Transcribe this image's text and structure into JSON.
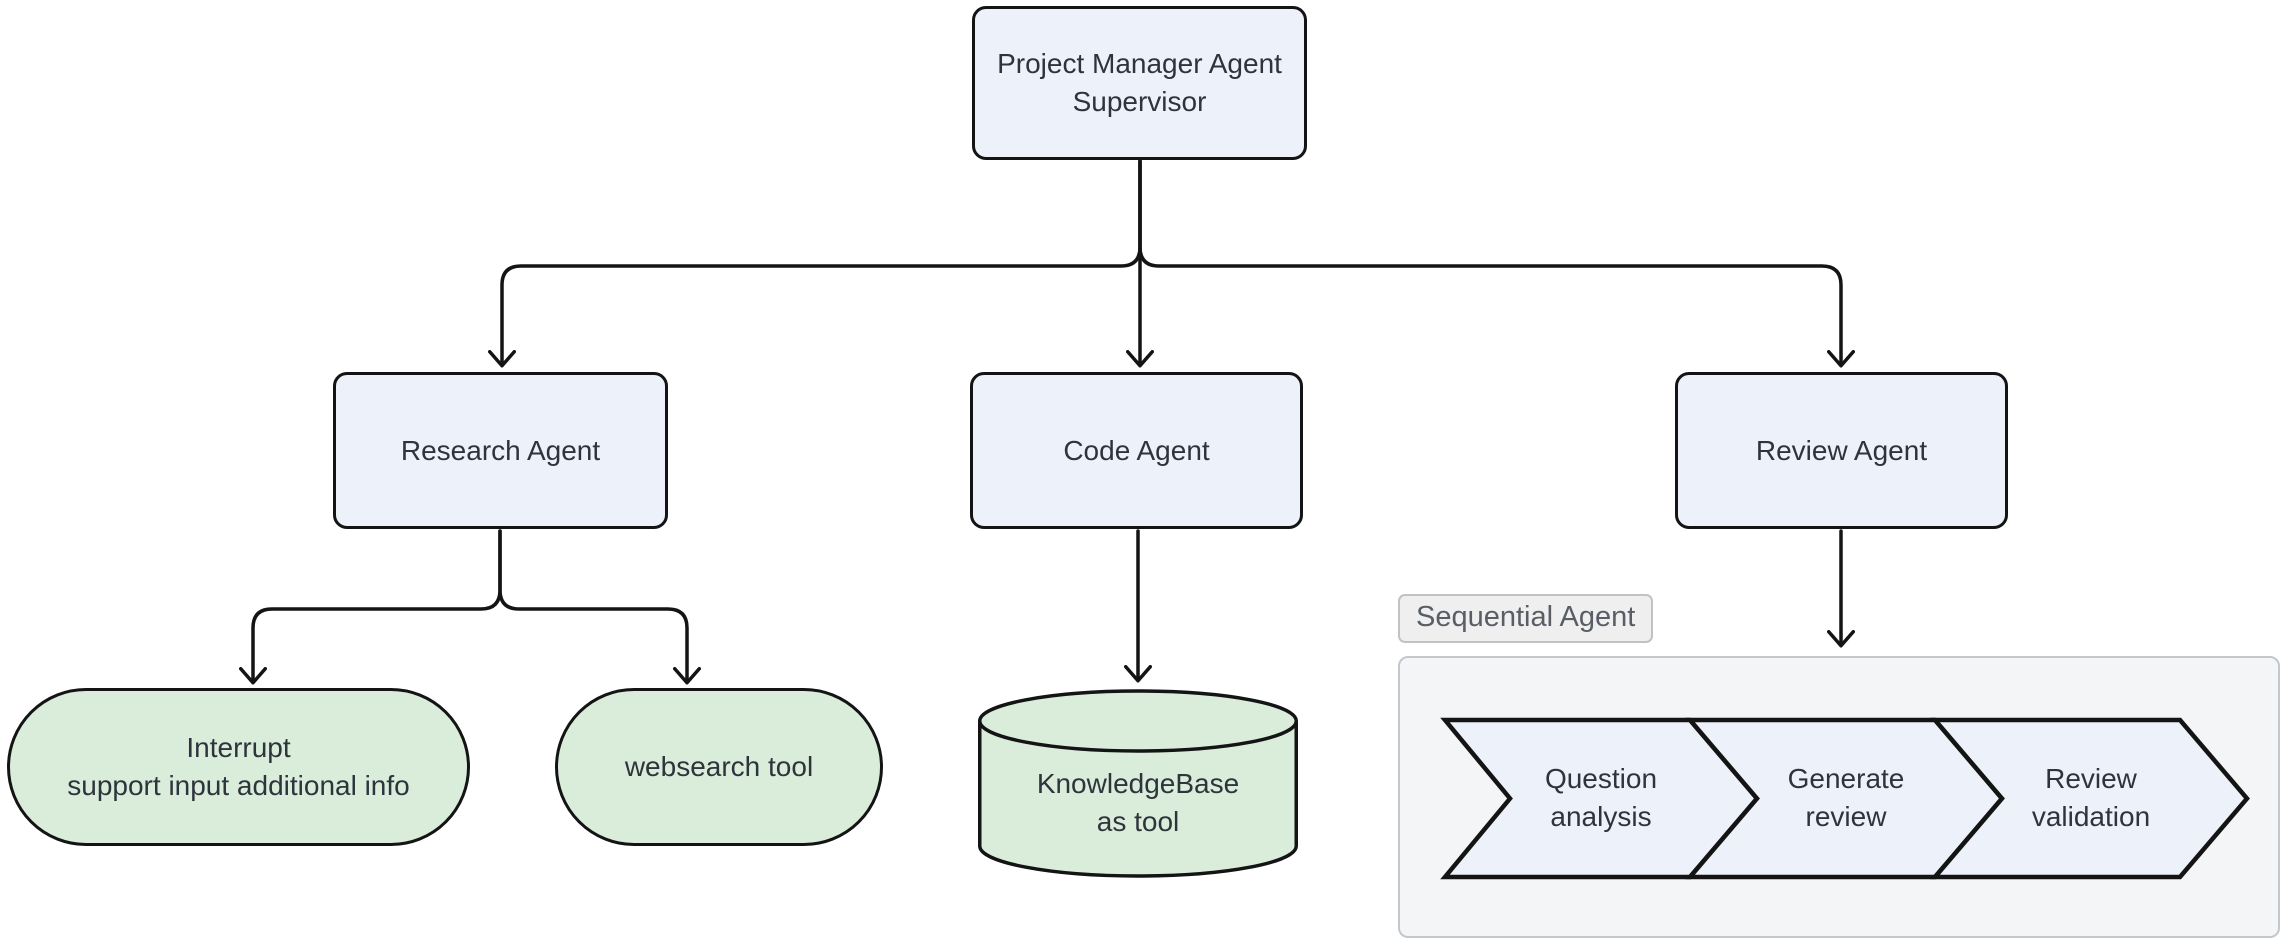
{
  "diagram": {
    "nodes": {
      "supervisor": {
        "line1": "Project Manager Agent",
        "line2": "Supervisor"
      },
      "research_agent": {
        "label": "Research Agent"
      },
      "code_agent": {
        "label": "Code Agent"
      },
      "review_agent": {
        "label": "Review Agent"
      },
      "interrupt_tool": {
        "line1": "Interrupt",
        "line2": "support input additional info"
      },
      "websearch_tool": {
        "label": "websearch tool"
      },
      "knowledge_base": {
        "line1": "KnowledgeBase",
        "line2": "as tool"
      }
    },
    "subgraph": {
      "label": "Sequential Agent",
      "steps": [
        {
          "line1": "Question",
          "line2": "analysis"
        },
        {
          "line1": "Generate",
          "line2": "review"
        },
        {
          "line1": "Review",
          "line2": "validation"
        }
      ]
    },
    "colors": {
      "background": "#ffffff",
      "agent_fill": "#ecf1fa",
      "tool_fill": "#d9edda",
      "node_border": "#141414",
      "node_text": "#2e343c",
      "container_fill": "#f3f5f7",
      "container_border": "#c3c8cd",
      "badge_fill": "#efefef",
      "badge_border": "#c2c2c2",
      "badge_text": "#595e66"
    }
  }
}
